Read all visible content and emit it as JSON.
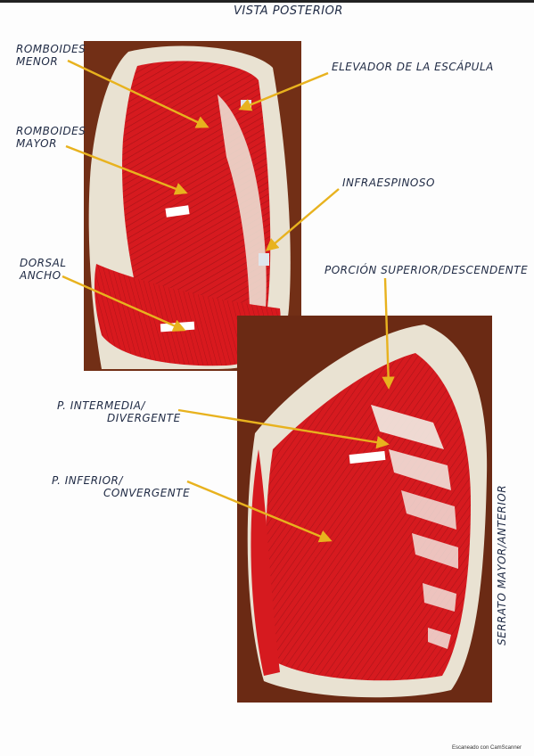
{
  "title": "VISTA POSTERIOR",
  "labels": {
    "romboides_menor": [
      "ROMBOIDES",
      "MENOR"
    ],
    "elevador": "ELEVADOR DE LA ESCÁPULA",
    "romboides_mayor": [
      "ROMBOIDES",
      "MAYOR"
    ],
    "infraespinoso": "INFRAESPINOSO",
    "dorsal_ancho": [
      "DORSAL",
      "ANCHO"
    ],
    "porcion_superior": "PORCIÓN SUPERIOR/DESCENDENTE",
    "p_intermedia": [
      "P. INTERMEDIA/",
      "DIVERGENTE"
    ],
    "p_inferior": [
      "P. INFERIOR/",
      "CONVERGENTE"
    ],
    "serrato": "SERRATO MAYOR/ANTERIOR"
  },
  "colors": {
    "arrow": "#e8b21e",
    "muscle": "#d61a1f",
    "muscle_dark": "#8e0d10",
    "wood": "#6b2a14",
    "bone": "#e9e2d2"
  },
  "footer": "Escaneado con CamScanner"
}
